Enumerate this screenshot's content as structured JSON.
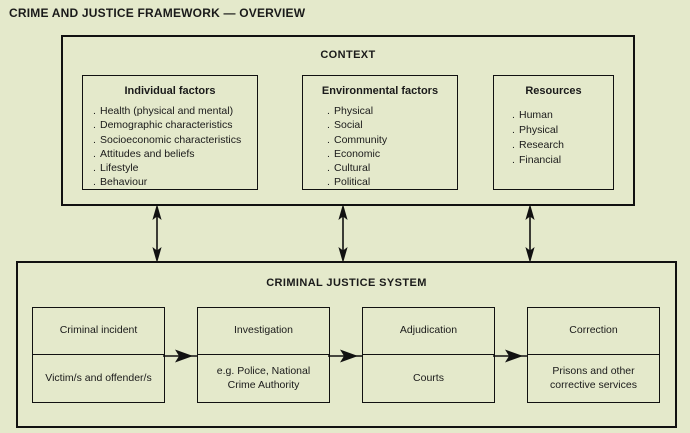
{
  "figure": {
    "title": "CRIME AND JUSTICE FRAMEWORK — OVERVIEW",
    "background_color": "#e4e9cb",
    "line_color": "#111111",
    "text_color": "#1a1a1a"
  },
  "context": {
    "title": "CONTEXT",
    "panels": [
      {
        "id": "individual",
        "title": "Individual factors",
        "items": [
          "Health (physical and mental)",
          "Demographic characteristics",
          "Socioeconomic characteristics",
          "Attitudes and beliefs",
          "Lifestyle",
          "Behaviour"
        ]
      },
      {
        "id": "environmental",
        "title": "Environmental factors",
        "items": [
          "Physical",
          "Social",
          "Community",
          "Economic",
          "Cultural",
          "Political"
        ]
      },
      {
        "id": "resources",
        "title": "Resources",
        "items": [
          "Human",
          "Physical",
          "Research",
          "Financial"
        ]
      }
    ],
    "bullet_glyph": "."
  },
  "criminal_justice_system": {
    "title": "CRIMINAL JUSTICE SYSTEM",
    "stages": [
      {
        "id": "criminal-incident",
        "name": "Criminal incident",
        "detail": "Victim/s and offender/s"
      },
      {
        "id": "investigation",
        "name": "Investigation",
        "detail": "e.g. Police, National Crime Authority"
      },
      {
        "id": "adjudication",
        "name": "Adjudication",
        "detail": "Courts"
      },
      {
        "id": "correction",
        "name": "Correction",
        "detail": "Prisons and other corrective services"
      }
    ]
  },
  "connectors": {
    "flow_arrow_label": "leads to",
    "link_arrow_label": "bidirectional influence",
    "flow_arrow_count": 3,
    "link_arrow_count": 3
  }
}
